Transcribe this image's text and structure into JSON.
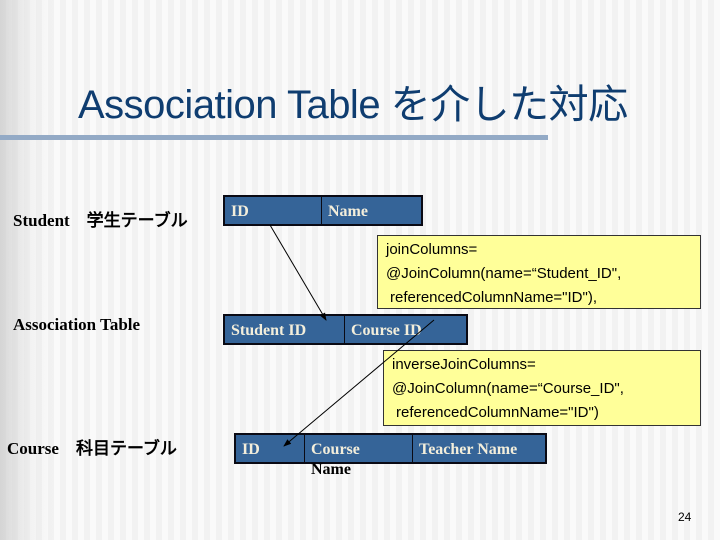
{
  "title": "Association Table を介した対応",
  "labels": {
    "student": "Student　学生テーブル",
    "association": "Association Table",
    "course": "Course　科目テーブル"
  },
  "tables": {
    "student": [
      "ID",
      "Name"
    ],
    "association": [
      "Student ID",
      "Course ID"
    ],
    "course": [
      "ID",
      "Course",
      "Teacher Name"
    ],
    "course_wrap": "Name"
  },
  "notes": {
    "join": [
      "joinColumns=",
      "@JoinColumn(name=“Student_ID\",",
      "referencedColumnName=\"ID\"),"
    ],
    "inverse": [
      "inverseJoinColumns=",
      "@JoinColumn(name=“Course_ID\",",
      "referencedColumnName=\"ID\")"
    ]
  },
  "page_number": "24",
  "colors": {
    "title": "#0f3d70",
    "table_fill": "#356498",
    "note_fill": "#ffff99"
  }
}
